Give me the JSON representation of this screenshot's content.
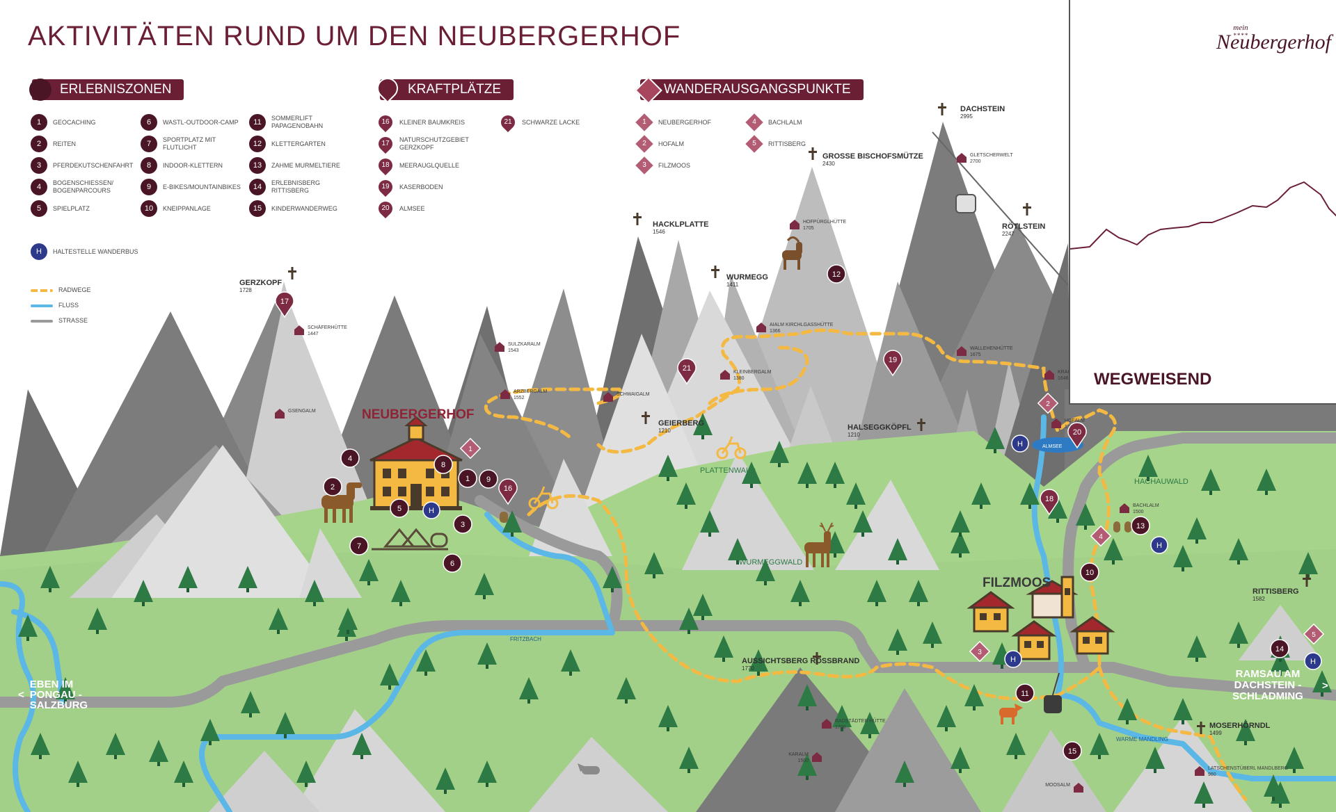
{
  "title": "AKTIVITÄTEN RUND UM DEN NEUBERGERHOF",
  "logo": {
    "mein": "mein",
    "stars": "****",
    "name": "Neubergerhof"
  },
  "wegweisend": "WEGWEISEND",
  "colors": {
    "accent": "#6b1f35",
    "bus": "#2d3a8c",
    "bike": "#f4b942",
    "river": "#5bb7e5",
    "road": "#9a9a9a",
    "meadow": "#a6d48b",
    "tree": "#2d7a44"
  },
  "sections": {
    "erlebniszonen": "ERLEBNISZONEN",
    "kraftplaetze": "KRAFTPLÄTZE",
    "wanderausgangspunkte": "WANDERAUSGANGSPUNKTE"
  },
  "erlebniszonen": [
    {
      "n": "1",
      "label": "GEOCACHING"
    },
    {
      "n": "2",
      "label": "REITEN"
    },
    {
      "n": "3",
      "label": "PFERDEKUTSCHENFAHRT"
    },
    {
      "n": "4",
      "label": "BOGENSCHIESSEN/ BOGENPARCOURS"
    },
    {
      "n": "5",
      "label": "SPIELPLATZ"
    },
    {
      "n": "6",
      "label": "WASTL-OUTDOOR-CAMP"
    },
    {
      "n": "7",
      "label": "SPORTPLATZ MIT FLUTLICHT"
    },
    {
      "n": "8",
      "label": "INDOOR-KLETTERN"
    },
    {
      "n": "9",
      "label": "E-BIKES/MOUNTAINBIKES"
    },
    {
      "n": "10",
      "label": "KNEIPPANLAGE"
    },
    {
      "n": "11",
      "label": "SOMMERLIFT PAPAGENOBAHN"
    },
    {
      "n": "12",
      "label": "KLETTERGARTEN"
    },
    {
      "n": "13",
      "label": "ZAHME MURMELTIERE"
    },
    {
      "n": "14",
      "label": "ERLEBNISBERG RITTISBERG"
    },
    {
      "n": "15",
      "label": "KINDERWANDERWEG"
    }
  ],
  "kraftplaetze": [
    {
      "n": "16",
      "label": "KLEINER BAUMKREIS"
    },
    {
      "n": "17",
      "label": "NATURSCHUTZGEBIET GERZKOPF"
    },
    {
      "n": "18",
      "label": "MEERAUGLQUELLE"
    },
    {
      "n": "19",
      "label": "KASERBODEN"
    },
    {
      "n": "20",
      "label": "ALMSEE"
    },
    {
      "n": "21",
      "label": "SCHWARZE LACKE"
    }
  ],
  "wanderausgangspunkte": [
    {
      "n": "1",
      "label": "NEUBERGERHOF"
    },
    {
      "n": "2",
      "label": "HOFALM"
    },
    {
      "n": "3",
      "label": "FILZMOOS"
    },
    {
      "n": "4",
      "label": "BACHLALM"
    },
    {
      "n": "5",
      "label": "RITTISBERG"
    }
  ],
  "bus_legend": {
    "symbol": "H",
    "label": "HALTESTELLE WANDERBUS"
  },
  "line_legend": [
    {
      "label": "RADWEGE",
      "color": "#f4b942",
      "dashed": true
    },
    {
      "label": "FLUSS",
      "color": "#5bb7e5",
      "dashed": false
    },
    {
      "label": "STRASSE",
      "color": "#9a9a9a",
      "dashed": false
    }
  ],
  "peaks": [
    {
      "name": "DACHSTEIN",
      "elev": "2995"
    },
    {
      "name": "GROSSE BISCHOFSMÜTZE",
      "elev": "2430"
    },
    {
      "name": "HACKLPLATTE",
      "elev": "1546"
    },
    {
      "name": "RÖTLSTEIN",
      "elev": "2247"
    },
    {
      "name": "WURMEGG",
      "elev": "1411"
    },
    {
      "name": "GERZKOPF",
      "elev": "1728"
    },
    {
      "name": "GEIERBERG",
      "elev": "1210"
    },
    {
      "name": "HALSEGGKÖPFL",
      "elev": "1210"
    },
    {
      "name": "RITTISBERG",
      "elev": "1582"
    },
    {
      "name": "AUSSICHTSBERG ROSSBRAND",
      "elev": "1770"
    },
    {
      "name": "MOSERHÖRNDL",
      "elev": "1499"
    }
  ],
  "huts": [
    {
      "name": "GLETSCHERWELT",
      "elev": "2700"
    },
    {
      "name": "HOFPÜRGLHÜTTE",
      "elev": "1705"
    },
    {
      "name": "SCHÄFERHÜTTE",
      "elev": "1447"
    },
    {
      "name": "SULZKARALM",
      "elev": "1543"
    },
    {
      "name": "AIALM KIRCHLGASSHÜTTE",
      "elev": "1366"
    },
    {
      "name": "ARZBERGALM",
      "elev": "1552"
    },
    {
      "name": "KLEINBERGALM",
      "elev": "1380"
    },
    {
      "name": "SCHWAIGALM",
      "elev": ""
    },
    {
      "name": "WALLEHENHÜTTE",
      "elev": "1675"
    },
    {
      "name": "KRAHLEHENHÜTTE",
      "elev": "1646"
    },
    {
      "name": "GSENGALM",
      "elev": ""
    },
    {
      "name": "HOFALM",
      "elev": "1310"
    },
    {
      "name": "BACHLALM",
      "elev": "1500"
    },
    {
      "name": "RADSTÄDTER HÜTTE",
      "elev": "1700"
    },
    {
      "name": "KARALM",
      "elev": "1500"
    },
    {
      "name": "MOOSALM",
      "elev": ""
    },
    {
      "name": "LATSCHENSTÜBERL MANDLBERG",
      "elev": "980"
    }
  ],
  "places": {
    "neubergerhof": "NEUBERGERHOF",
    "filzmoos": "FILZMOOS",
    "plattenwald": "PLATTENWALD",
    "wurmeggwald": "WURMEGGWALD",
    "hachauwald": "HACHAUWALD",
    "fritzbach": "FRITZBACH",
    "warme_mandling": "WARME MANDLING",
    "almsee": "ALMSEE",
    "left_exit": "EBEN IM PONGAU - SALZBURG",
    "right_exit": "RAMSAU AM DACHSTEIN - SCHLADMING",
    "arrow_left": "<",
    "arrow_right": ">"
  }
}
